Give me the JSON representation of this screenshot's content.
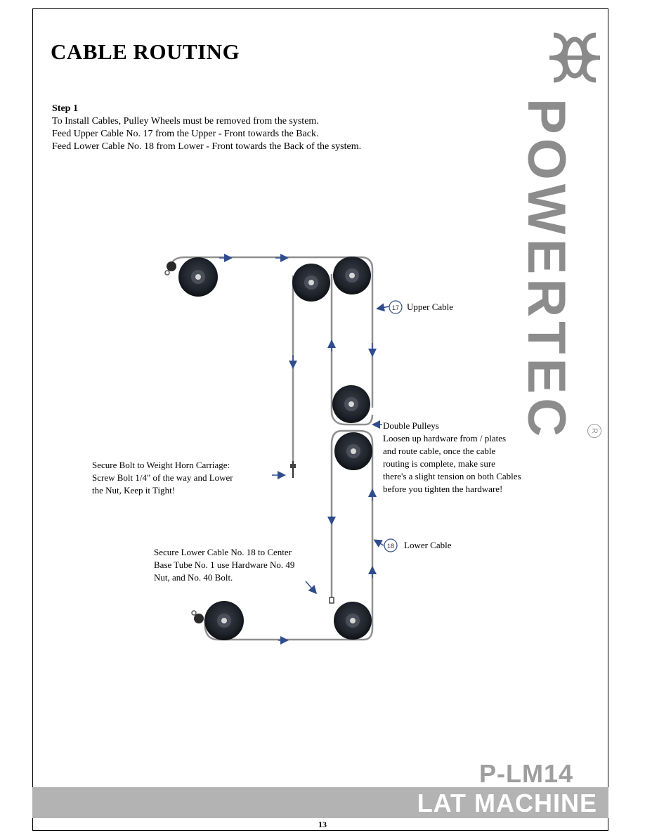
{
  "header": {
    "title": "CABLE ROUTING"
  },
  "instructions": {
    "step_label": "Step 1",
    "lines": [
      "To Install Cables, Pulley Wheels must be removed from the system.",
      "Feed Upper Cable No. 17 from the Upper - Front towards the Back.",
      "Feed Lower Cable No. 18 from Lower - Front towards the Back of the system."
    ]
  },
  "brand": {
    "name": "POWERTEC",
    "registered": "R"
  },
  "diagram": {
    "upper_cable": {
      "number": "17",
      "label": "Upper Cable"
    },
    "lower_cable": {
      "number": "18",
      "label": "Lower Cable"
    },
    "double_pulleys": {
      "title": "Double Pulleys",
      "lines": [
        "Loosen up hardware from / plates",
        "and route cable, once the cable",
        "routing is complete, make sure",
        "there's a slight tension on both Cables",
        "before you tighten the hardware!"
      ]
    },
    "secure_bolt": {
      "lines": [
        "Secure Bolt to Weight Horn Carriage:",
        "Screw Bolt 1/4\" of the way and Lower",
        "the Nut, Keep it Tight!"
      ]
    },
    "secure_lower": {
      "lines": [
        "Secure Lower Cable No. 18 to Center",
        "Base Tube No. 1 use Hardware No. 49",
        "Nut, and No. 40 Bolt."
      ]
    }
  },
  "footer": {
    "model": "P-LM14",
    "product": "LAT MACHINE",
    "page_number": "13"
  }
}
